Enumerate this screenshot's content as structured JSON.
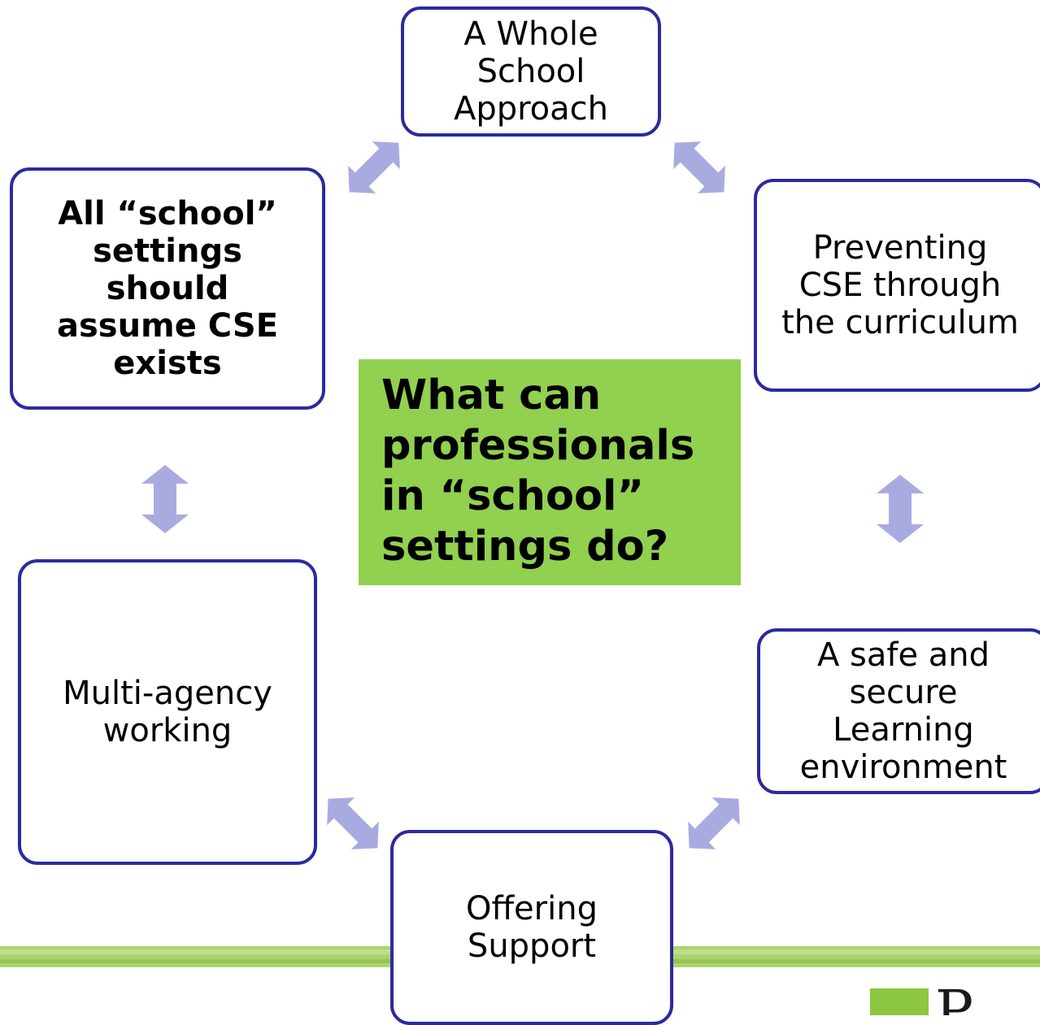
{
  "title": "What can\nprofessionals\nin “school”\nsettings do?",
  "nodes": {
    "whole_school": "A Whole\nSchool\nApproach",
    "assume_cse": "All “school”\nsettings\nshould\nassume CSE\nexists",
    "preventing": "Preventing\nCSE through\nthe curriculum",
    "safe_environment": "A safe and\nsecure\nLearning\nenvironment",
    "multi_agency": "Multi-agency\nworking",
    "support": "Offering\nSupport"
  },
  "logo": {
    "letter": "P"
  },
  "colors": {
    "box_border": "#2c2a9e",
    "center_fill": "#92d050",
    "arrow_fill": "#a9abe0",
    "band": "#9ccc55",
    "logo_green": "#8dc63f"
  }
}
